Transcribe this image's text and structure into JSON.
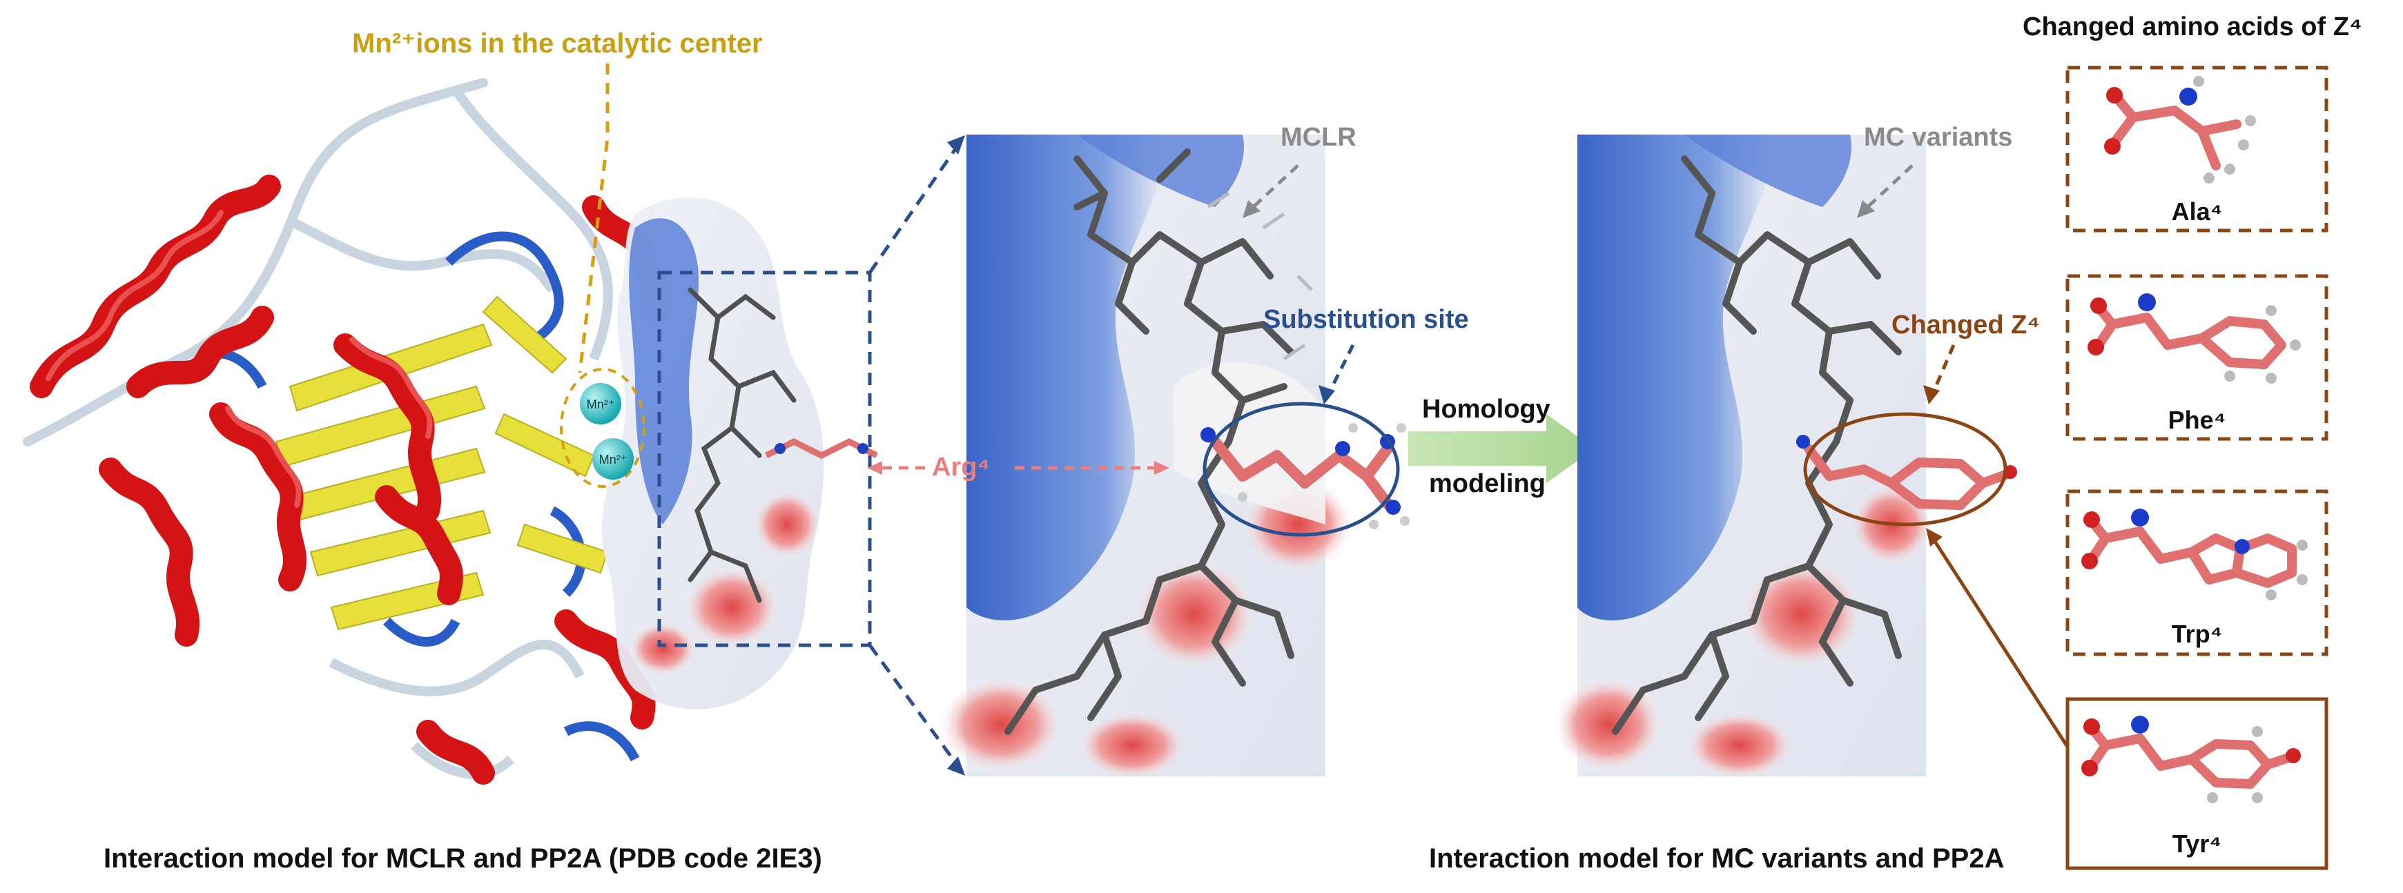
{
  "labels": {
    "mn_ions": "Mn²⁺ions in the catalytic center",
    "mn_ion_1": "Mn²⁺",
    "mn_ion_2": "Mn²⁺",
    "mclr": "MCLR",
    "substitution_site": "Substitution site",
    "arg4": "Arg⁴",
    "homology": "Homology",
    "modeling": "modeling",
    "mc_variants": "MC variants",
    "changed_z4": "Changed Z⁴",
    "changed_amino_acids_title": "Changed amino acids of Z⁴"
  },
  "captions": {
    "left": "Interaction model for MCLR and PP2A (PDB code 2IE3)",
    "right": "Interaction model for MC variants and PP2A"
  },
  "amino_acids": [
    {
      "name": "Ala⁴"
    },
    {
      "name": "Phe⁴"
    },
    {
      "name": "Trp⁴"
    },
    {
      "name": "Tyr⁴"
    }
  ],
  "colors": {
    "helix": "#d41414",
    "sheet": "#e8e03a",
    "coil_blue": "#2a5cc8",
    "coil_grey": "#c8d4e0",
    "surface_blue": "#4a78d8",
    "surface_red": "#e05050",
    "mn_ion": "#28c8c8",
    "gold_label": "#c8a010",
    "blue_label": "#2a4f8f",
    "grey_label": "#8a8a8a",
    "arg_label": "#e88080",
    "brown": "#8b4513",
    "arrow_green": "#b6dca0"
  }
}
